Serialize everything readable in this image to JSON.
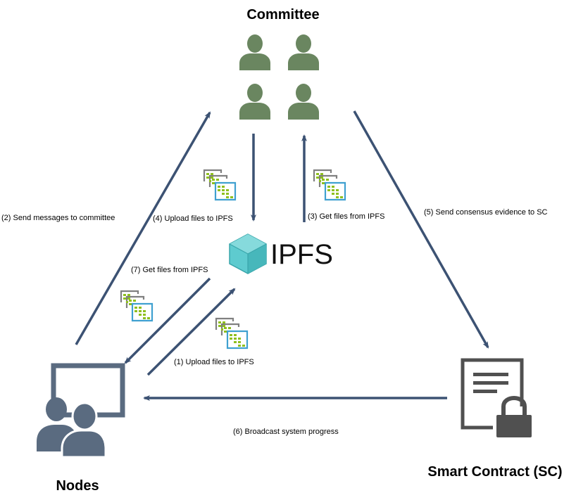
{
  "titles": {
    "committee": "Committee",
    "nodes": "Nodes",
    "smart_contract": "Smart Contract (SC)",
    "ipfs": "IPFS"
  },
  "steps": {
    "s1": "(1) Upload  files to IPFS",
    "s2": "(2) Send messages to committee",
    "s3": "(3) Get files from IPFS",
    "s4": "(4) Upload files to IPFS",
    "s5": "(5) Send consensus evidence to SC",
    "s6": "(6) Broadcast system progress",
    "s7": "(7) Get files from IPFS"
  },
  "colors": {
    "committee_person": "#6a8660",
    "nodes_icon": "#5a6b80",
    "sc_icon": "#505050",
    "arrow": "#3c5273",
    "ipfs_cube": "#5ecbcf",
    "file_gray": "#808080",
    "file_green": "#8fbf1f",
    "file_blue": "#3fa0d0"
  },
  "icons": {
    "committee": "person-icon",
    "nodes": "presentation-users-icon",
    "smart_contract": "locked-document-icon",
    "ipfs": "ipfs-cube-icon",
    "files": "files-stack-icon"
  }
}
